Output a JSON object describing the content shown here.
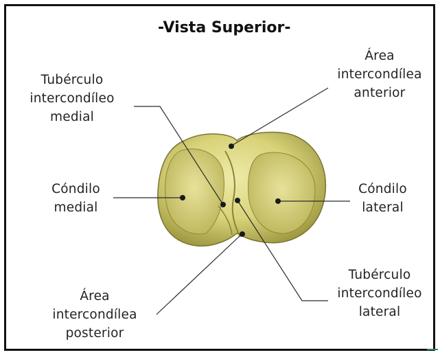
{
  "title": "-Vista Superior-",
  "labels": {
    "tub_medial": [
      "Tubérculo",
      "intercondíleo",
      "medial"
    ],
    "area_anterior": [
      "Área",
      "intercondílea",
      "anterior"
    ],
    "condilo_medial": [
      "Cóndilo",
      "medial"
    ],
    "condilo_lateral": [
      "Cóndilo",
      "lateral"
    ],
    "area_posterior": [
      "Área",
      "intercondílea",
      "posterior"
    ],
    "tub_lateral": [
      "Tubérculo",
      "intercondíleo",
      "lateral"
    ]
  },
  "colors": {
    "bone": "#d9d37a",
    "bone_shadow": "#9c9640",
    "bone_highlight": "#eeeaa8",
    "line": "#2a2a2a"
  }
}
